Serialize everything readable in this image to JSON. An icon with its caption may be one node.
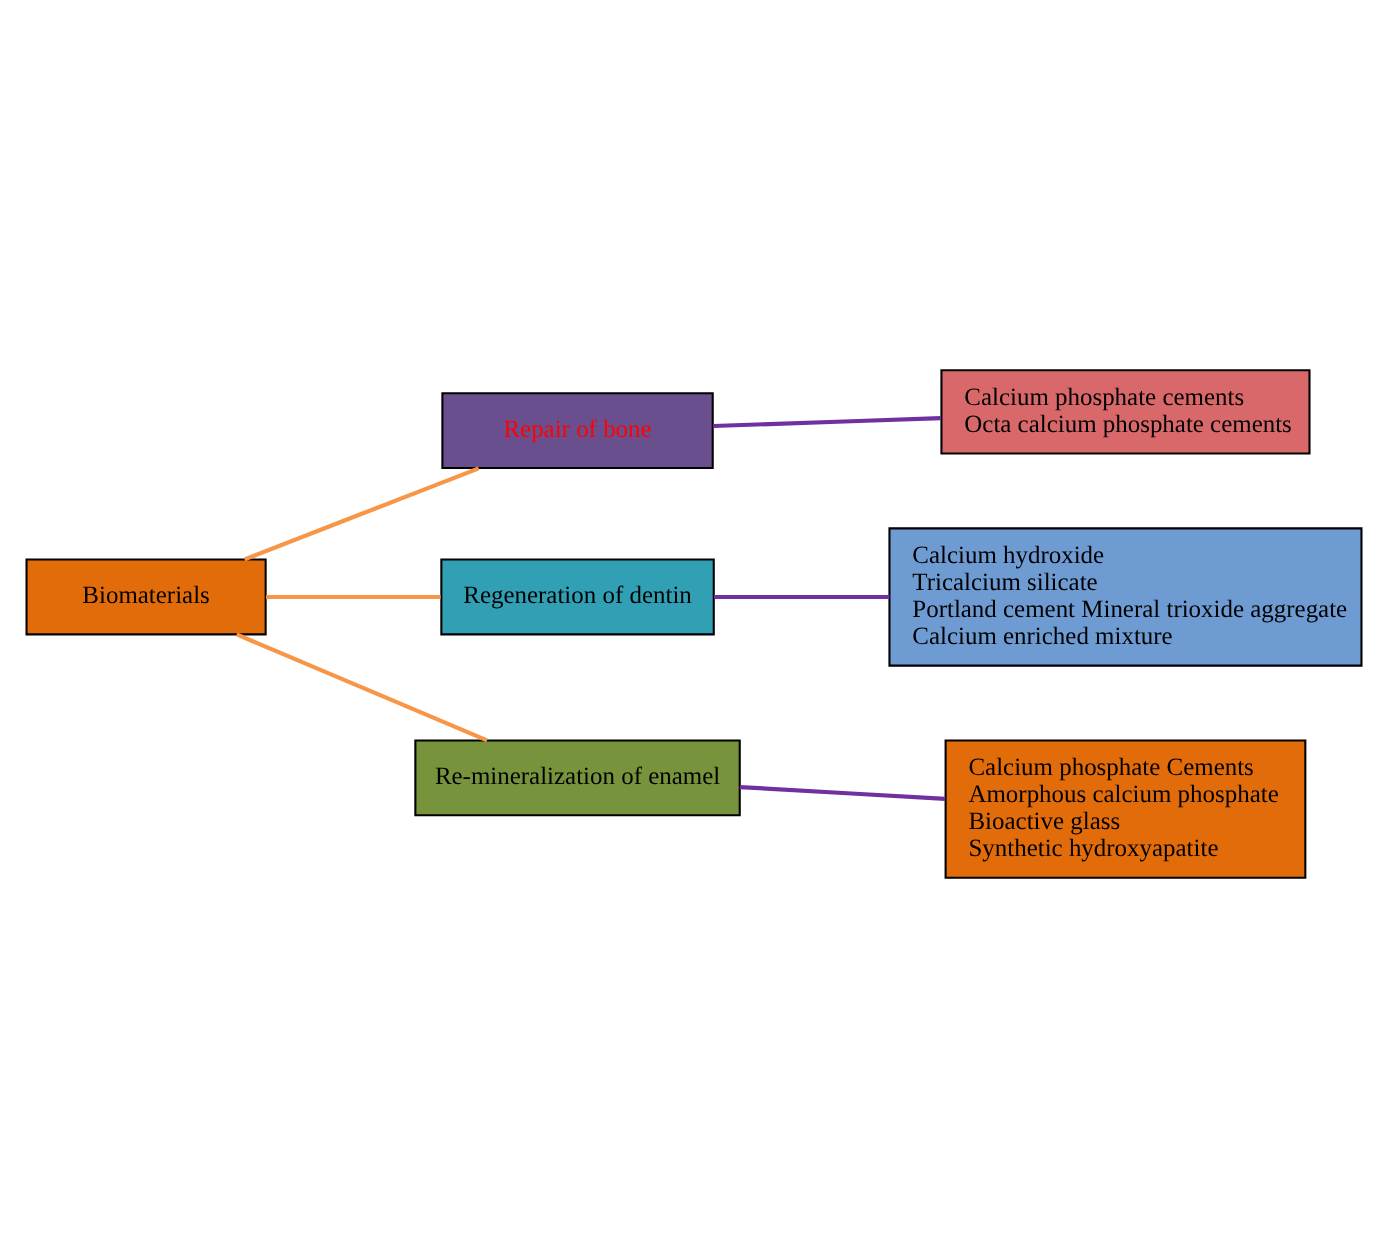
{
  "diagram": {
    "nodes": [
      {
        "text": [
          "Biomaterials"
        ]
      },
      {
        "text": [
          "Repair of bone"
        ]
      },
      {
        "text": [
          "Regeneration of dentin"
        ]
      },
      {
        "text": [
          "Re-mineralization of enamel"
        ]
      },
      {
        "text": [
          "Calcium phosphate cements",
          "Octa calcium phosphate cements"
        ]
      },
      {
        "text": [
          "Calcium hydroxide",
          "Tricalcium silicate",
          "Portland cement Mineral trioxide aggregate",
          "Calcium enriched mixture"
        ]
      },
      {
        "text": [
          "Calcium phosphate Cements",
          "Amorphous calcium phosphate",
          "Bioactive glass",
          "Synthetic hydroxyapatite"
        ]
      }
    ],
    "edges": [
      {
        "from": 0,
        "to": 1,
        "arrow": "none",
        "color": "#f79646"
      },
      {
        "from": 0,
        "to": 2,
        "arrow": "none",
        "color": "#f79646"
      },
      {
        "from": 0,
        "to": 3,
        "arrow": "none",
        "color": "#f79646"
      },
      {
        "from": 1,
        "to": 4,
        "arrow": "none",
        "color": "#7030a0"
      },
      {
        "from": 2,
        "to": 5,
        "arrow": "none",
        "color": "#7030a0"
      },
      {
        "from": 3,
        "to": 6,
        "arrow": "none",
        "color": "#7030a0"
      }
    ]
  }
}
